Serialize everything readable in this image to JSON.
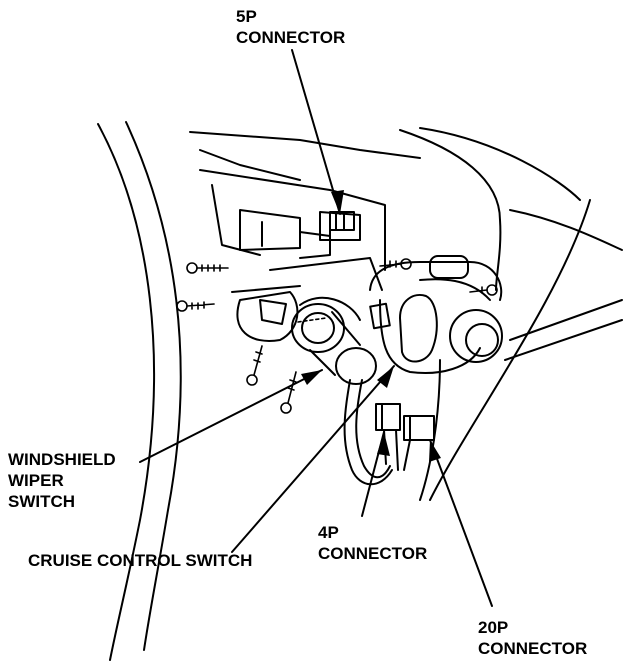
{
  "labels": {
    "connector_5p": {
      "line1": "5P",
      "line2": "CONNECTOR"
    },
    "wiper_switch": {
      "line1": "WINDSHIELD",
      "line2": "WIPER",
      "line3": "SWITCH"
    },
    "cruise_switch": {
      "line1": "CRUISE CONTROL SWITCH"
    },
    "connector_4p": {
      "line1": "4P",
      "line2": "CONNECTOR"
    },
    "connector_20p": {
      "line1": "20P",
      "line2": "CONNECTOR"
    }
  },
  "colors": {
    "ink": "#000000",
    "paper": "#ffffff"
  }
}
